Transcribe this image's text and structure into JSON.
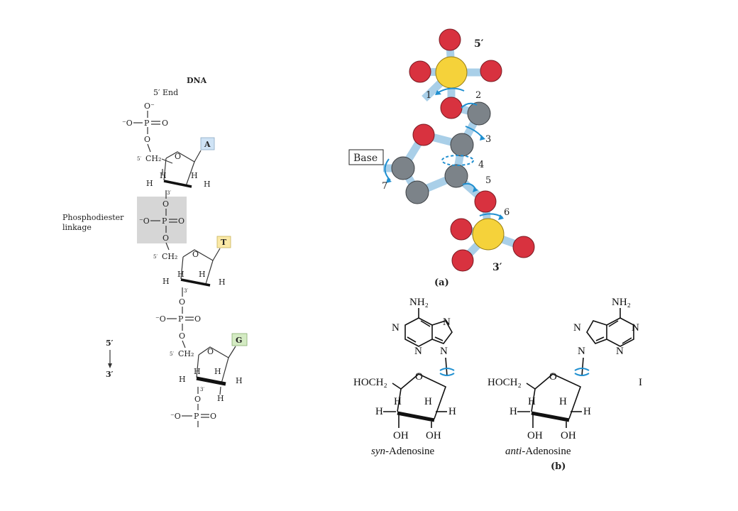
{
  "left_panel": {
    "title": "DNA",
    "end_5": "5′ End",
    "linkage_line1": "Phosphodiester",
    "linkage_line2": "linkage",
    "direction_top": "5′",
    "direction_bottom": "3′",
    "bases": [
      {
        "letter": "A",
        "color": "#cfe3f5"
      },
      {
        "letter": "T",
        "color": "#fbe9a6"
      },
      {
        "letter": "G",
        "color": "#d4ebc3"
      }
    ],
    "atoms": {
      "O": "O",
      "O_minus": "O⁻",
      "minus_O": "⁻O",
      "P": "P",
      "H": "H",
      "CH2": "CH₂",
      "prime5": "5′",
      "prime3": "3′"
    }
  },
  "panel_a": {
    "label": "(a)",
    "end_5": "5′",
    "end_3": "3′",
    "base_label": "Base",
    "torsion_numbers": [
      "1",
      "2",
      "3",
      "4",
      "5",
      "6",
      "7"
    ],
    "colors": {
      "oxygen": "#d8323f",
      "phosphorus": "#f5d23a",
      "carbon": "#7c8389",
      "bond": "#a9cfe8",
      "arrow": "#1f8fd0"
    }
  },
  "panel_b": {
    "label": "(b)",
    "amine": "NH₂",
    "N": "N",
    "O": "O",
    "H": "H",
    "OH": "OH",
    "hoch2": "HOCH₂",
    "syn_prefix": "syn",
    "anti_prefix": "anti",
    "name_suffix": "-Adenosine",
    "edge_glyph": "I"
  }
}
